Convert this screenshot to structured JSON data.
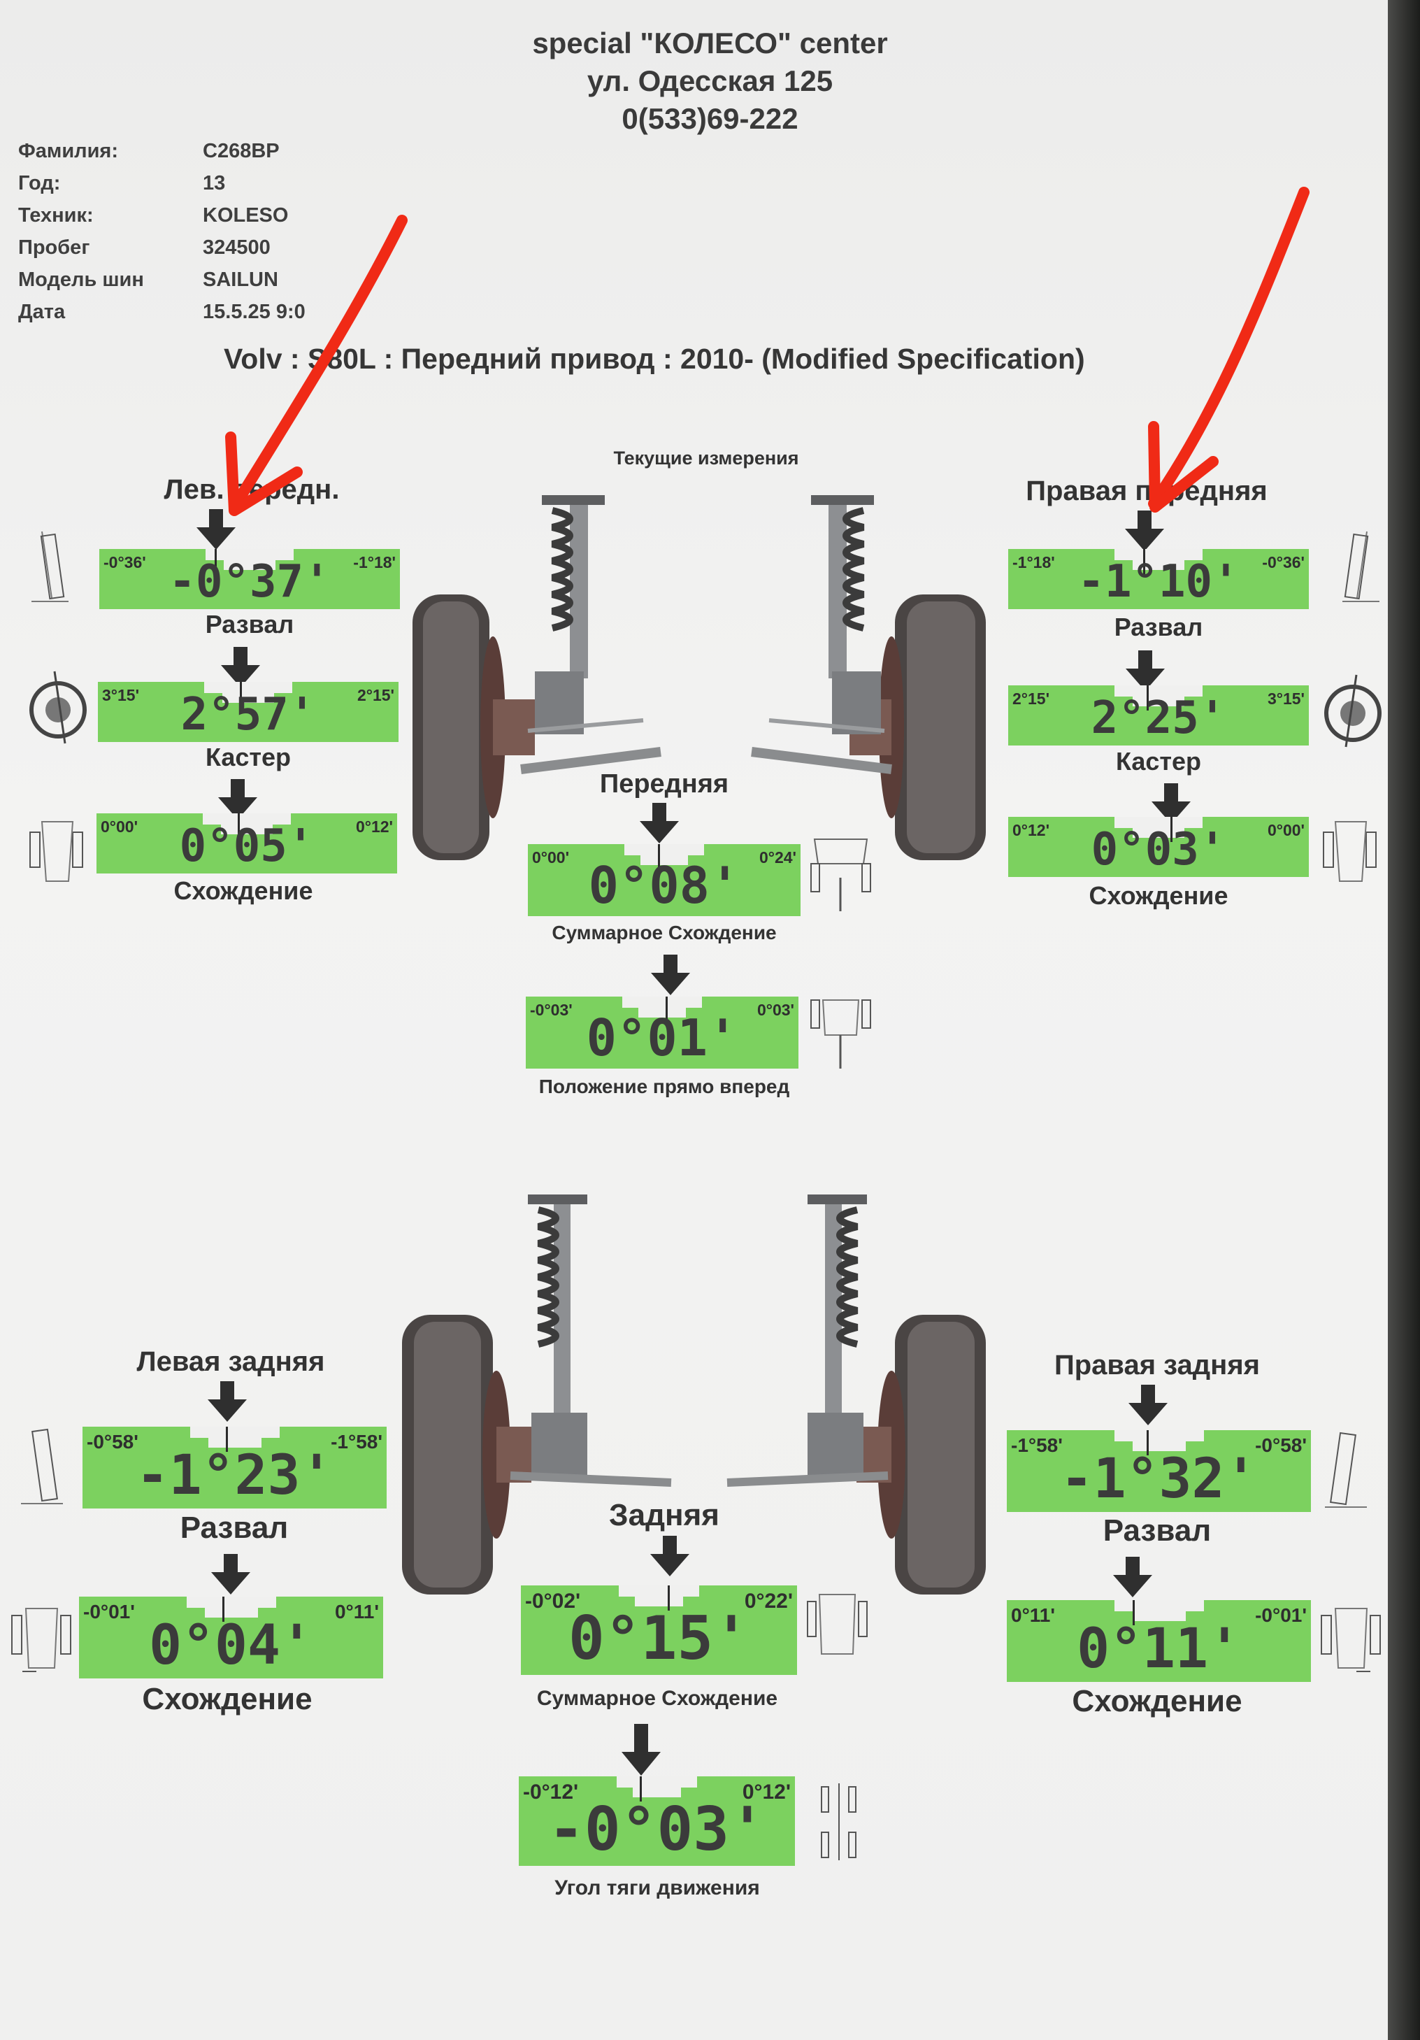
{
  "header": {
    "center_name": "special \"КОЛЕСО\" center",
    "address": "ул. Одесская 125",
    "phone": "0(533)69-222"
  },
  "info": [
    {
      "label": "Фамилия:",
      "value": "C268BP"
    },
    {
      "label": "Год:",
      "value": "13"
    },
    {
      "label": "Техник:",
      "value": "KOLESO"
    },
    {
      "label": "Пробег",
      "value": "324500"
    },
    {
      "label": "Модель шин",
      "value": "SAILUN"
    },
    {
      "label": "Дата",
      "value": "15.5.25 9:0"
    }
  ],
  "vehicle_line": "Volv : S80L : Передний привод : 2010- (Modified Specification)",
  "current_measurements": "Текущие измерения",
  "front_left": {
    "title": "Лев. передн.",
    "camber": {
      "caption": "Развал",
      "min": "-0°36'",
      "max": "-1°18'",
      "value": "-0°37'"
    },
    "caster": {
      "caption": "Кастер",
      "min": "3°15'",
      "max": "2°15'",
      "value": "2°57'"
    },
    "toe": {
      "caption": "Схождение",
      "min": "0°00'",
      "max": "0°12'",
      "value": "0°05'"
    }
  },
  "front_right": {
    "title": "Правая передняя",
    "camber": {
      "caption": "Развал",
      "min": "-1°18'",
      "max": "-0°36'",
      "value": "-1°10'"
    },
    "caster": {
      "caption": "Кастер",
      "min": "2°15'",
      "max": "3°15'",
      "value": "2°25'"
    },
    "toe": {
      "caption": "Схождение",
      "min": "0°12'",
      "max": "0°00'",
      "value": "0°03'"
    }
  },
  "front_axle": {
    "title": "Передняя",
    "total_toe": {
      "caption": "Суммарное Схождение",
      "min": "0°00'",
      "max": "0°24'",
      "value": "0°08'"
    },
    "straight_ahead": {
      "caption": "Положение прямо вперед",
      "min": "-0°03'",
      "max": "0°03'",
      "value": "0°01'"
    }
  },
  "rear_left": {
    "title": "Левая задняя",
    "camber": {
      "caption": "Развал",
      "min": "-0°58'",
      "max": "-1°58'",
      "value": "-1°23'"
    },
    "toe": {
      "caption": "Схождение",
      "min": "-0°01'",
      "max": "0°11'",
      "value": "0°04'"
    }
  },
  "rear_right": {
    "title": "Правая задняя",
    "camber": {
      "caption": "Развал",
      "min": "-1°58'",
      "max": "-0°58'",
      "value": "-1°32'"
    },
    "toe": {
      "caption": "Схождение",
      "min": "0°11'",
      "max": "-0°01'",
      "value": "0°11'"
    }
  },
  "rear_axle": {
    "title": "Задняя",
    "total_toe": {
      "caption": "Суммарное Схождение",
      "min": "-0°02'",
      "max": "0°22'",
      "value": "0°15'"
    },
    "thrust_angle": {
      "caption": "Угол тяги движения",
      "min": "-0°12'",
      "max": "0°12'",
      "value": "-0°03'"
    }
  },
  "colors": {
    "gauge_green": "#7cd15f",
    "annotation_red": "#f02a16"
  }
}
